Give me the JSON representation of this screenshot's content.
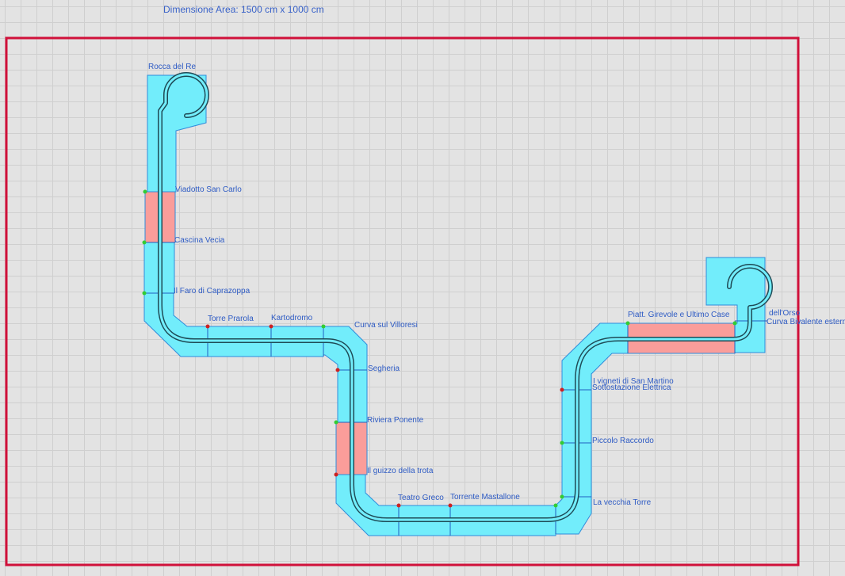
{
  "area_title": "Dimensione Area: 1500 cm x 1000 cm",
  "colors": {
    "border": "#d0103a",
    "board": "#72edfb",
    "board_stroke": "#2f8cdb",
    "bridge": "#fa9d9a",
    "track": "#1e4a55",
    "label": "#2e5bc4"
  },
  "segments": [
    "Rocca del Re",
    "Viadotto San Carlo",
    "Cascina Vecia",
    "Il Faro di Caprazoppa",
    "Torre Prarola",
    "Kartodromo",
    "Curva sul Villoresi",
    "Segheria",
    "Riviera Ponente",
    "Il guizzo della trota",
    "Teatro Greco",
    "Torrente Mastallone",
    "La vecchia Torre",
    "Piccolo Raccordo",
    "I vigneti di San Martino",
    "Sottostazione Elettrica",
    "Piatt. Girevole e Ultimo Case",
    "dell'Orso",
    "Curva Bivalente esterna"
  ]
}
